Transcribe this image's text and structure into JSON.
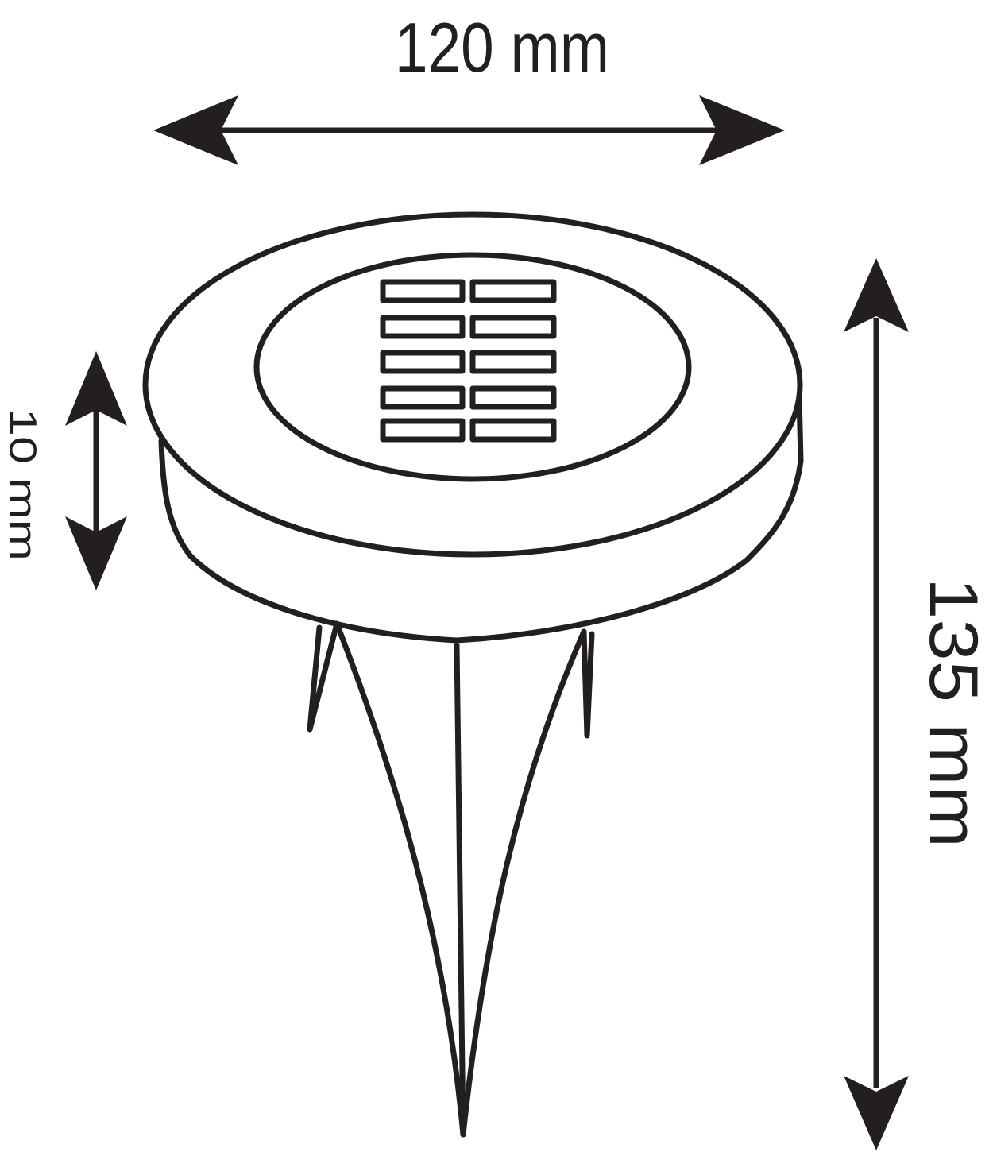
{
  "dimensions": {
    "width_label": "120 mm",
    "height_label": "135 mm",
    "thickness_label": "10 mm"
  },
  "colors": {
    "stroke": "#231f20",
    "background": "#ffffff"
  }
}
